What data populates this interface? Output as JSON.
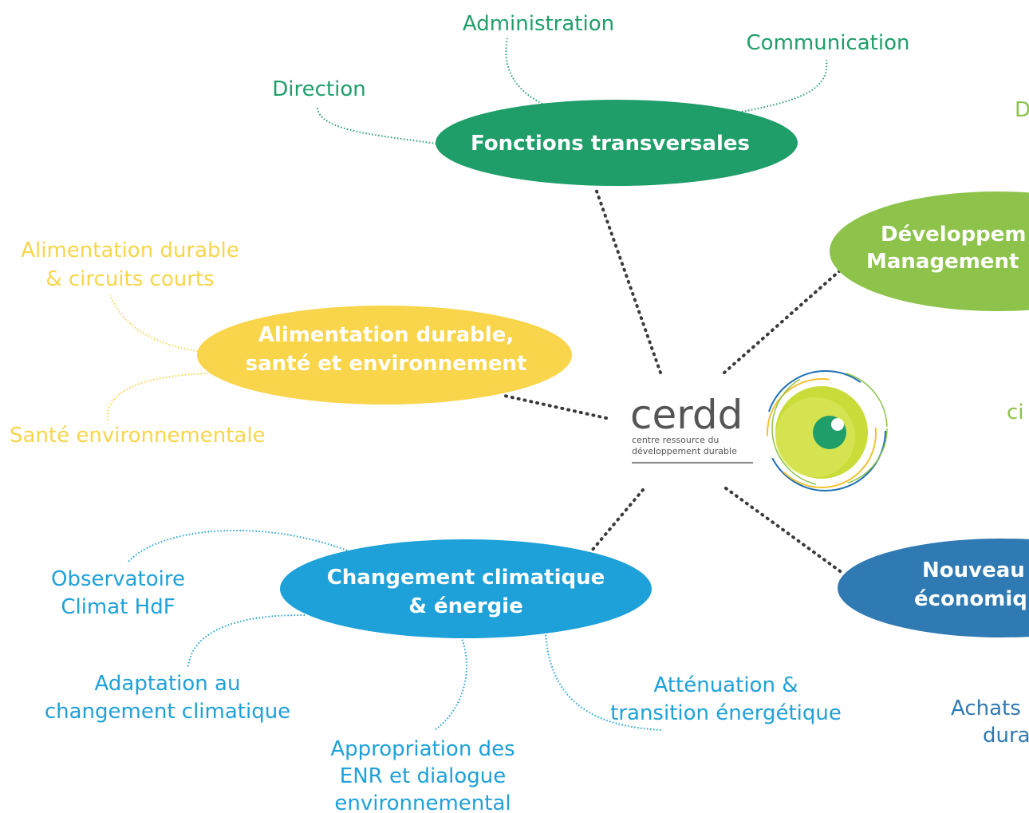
{
  "center": {
    "logo_word": "cerdd",
    "logo_sub_1": "centre ressource du",
    "logo_sub_2": "développement durable"
  },
  "colors": {
    "fonctions": "#1f9e6a",
    "alimentation": "#f8d54a",
    "climat": "#1ea1d8",
    "developpement": "#8dc34a",
    "nouveau": "#2f7ab2",
    "connector": "#3a3a3a"
  },
  "hubs": {
    "fonctions": {
      "line1": "Fonctions transversales"
    },
    "alimentation": {
      "line1": "Alimentation durable,",
      "line2": "santé et environnement"
    },
    "climat": {
      "line1": "Changement climatique",
      "line2": "& énergie"
    },
    "developpement": {
      "line1": "Développem",
      "line2": "Management"
    },
    "nouveau": {
      "line1": "Nouveau",
      "line2": "économiq"
    }
  },
  "leaves": {
    "direction": "Direction",
    "administration": "Administration",
    "communication": "Communication",
    "alim_circuits_1": "Alimentation durable",
    "alim_circuits_2": "& circuits courts",
    "sante_env": "Santé environnementale",
    "observatoire_1": "Observatoire",
    "observatoire_2": "Climat HdF",
    "adaptation_1": "Adaptation au",
    "adaptation_2": "changement climatique",
    "appropriation_1": "Appropriation des",
    "appropriation_2": "ENR et dialogue",
    "appropriation_3": "environnemental",
    "attenuation_1": "Atténuation &",
    "attenuation_2": "transition énergétique",
    "achats_1": "Achats",
    "achats_2": "dura",
    "d_partial": "D",
    "ci_partial": "ci"
  }
}
